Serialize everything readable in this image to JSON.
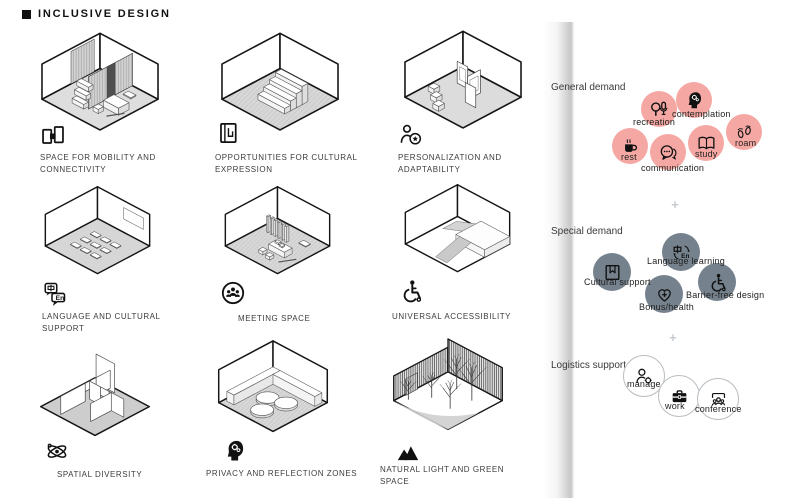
{
  "title": "INCLUSIVE DESIGN",
  "grid": {
    "cells": [
      {
        "label": "SPACE FOR MOBILITY AND CONNECTIVITY",
        "icon": "connected-rooms-icon"
      },
      {
        "label": "OPPORTUNITIES FOR CULTURAL EXPRESSION",
        "icon": "scroll-icon"
      },
      {
        "label": "PERSONALIZATION AND ADAPTABILITY",
        "icon": "person-star-icon"
      },
      {
        "label": "LANGUAGE AND CULTURAL SUPPORT",
        "icon": "translation-icon"
      },
      {
        "label": "MEETING SPACE",
        "icon": "group-icon"
      },
      {
        "label": "UNIVERSAL ACCESSIBILITY",
        "icon": "wheelchair-icon"
      },
      {
        "label": "SPATIAL DIVERSITY",
        "icon": "atom-icon"
      },
      {
        "label": "PRIVACY AND REFLECTION ZONES",
        "icon": "mind-icon"
      },
      {
        "label": "NATURAL LIGHT AND GREEN SPACE",
        "icon": "mountains-icon"
      }
    ]
  },
  "panel": {
    "separator": "+",
    "sections": [
      {
        "title": "General demand",
        "bubble_color": "#f5a8a3",
        "bubble_border": "",
        "bubbles": [
          {
            "label": "recreation",
            "icon": "recreation-icon"
          },
          {
            "label": "contemplation",
            "icon": "contemplation-icon"
          },
          {
            "label": "roam",
            "icon": "footprints-icon"
          },
          {
            "label": "rest",
            "icon": "coffee-icon"
          },
          {
            "label": "communication",
            "icon": "chat-icon"
          },
          {
            "label": "study",
            "icon": "book-icon"
          }
        ]
      },
      {
        "title": "Special demand",
        "bubble_color": "#75828d",
        "bubble_border": "",
        "bubbles": [
          {
            "label": "Language learning",
            "icon": "language-learning-icon"
          },
          {
            "label": "Cultural support",
            "icon": "cultural-support-icon"
          },
          {
            "label": "Barrier-free design",
            "icon": "barrier-free-icon"
          },
          {
            "label": "Bonus/health",
            "icon": "bonus-health-icon"
          }
        ]
      },
      {
        "title": "Logistics support",
        "bubble_color": "#ffffff",
        "bubble_border": "#b9bdc0",
        "bubbles": [
          {
            "label": "manage",
            "icon": "manage-icon"
          },
          {
            "label": "work",
            "icon": "work-icon"
          },
          {
            "label": "conference",
            "icon": "conference-icon"
          }
        ]
      }
    ]
  }
}
